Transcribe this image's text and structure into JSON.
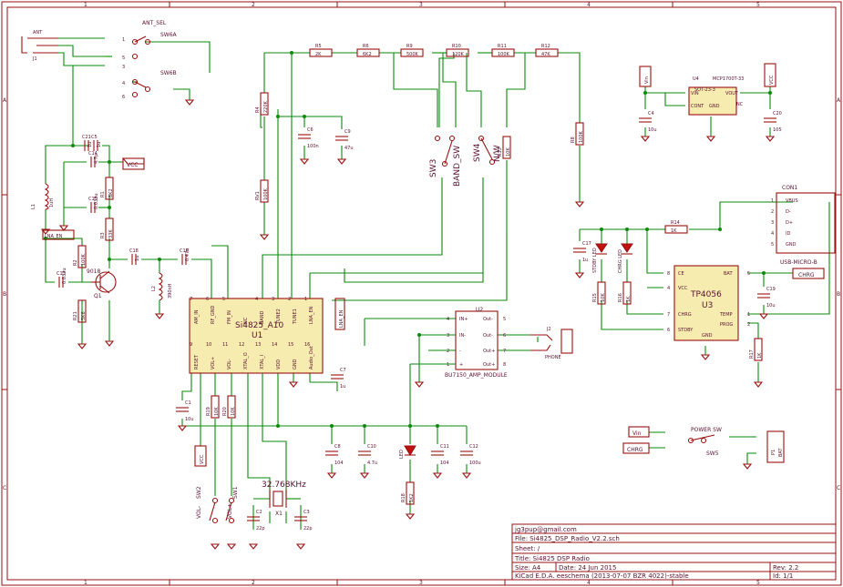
{
  "border": {
    "cols": [
      "1",
      "2",
      "3",
      "4",
      "5"
    ],
    "rows": [
      "A",
      "B",
      "C"
    ]
  },
  "title_block": {
    "email": "jg3pup@gmail.com",
    "file": "File: Si4825_DSP_Radio_V2.2.sch",
    "sheet": "Sheet: /",
    "title": "Title: Si4825 DSP Radio",
    "size": "Size: A4",
    "date": "Date: 24 Jun 2015",
    "rev": "Rev: 2.2",
    "kicad": "KiCad E.D.A.  eeschema (2013-07-07 BZR 4022)-stable",
    "id": "Id: 1/1"
  },
  "u1": {
    "name": "Si4825_A10",
    "ref": "U1",
    "pins_top": [
      "AM_IN",
      "RF_GND",
      "FM_IN",
      "NC",
      "BAND",
      "TUNE2",
      "TUNE1",
      "LNA_EN"
    ],
    "pins_top_num": [
      "7",
      "6",
      "5",
      "",
      "4",
      "3",
      "2",
      "1"
    ],
    "pins_bot": [
      "RESET",
      "VOL+",
      "VOL-",
      "XTAL_O",
      "XTAL_I",
      "VDD",
      "GND",
      "Audio_Out"
    ],
    "pins_bot_num": [
      "9",
      "10",
      "11",
      "12",
      "13",
      "14",
      "15",
      "16"
    ]
  },
  "u2": {
    "name": "BU7150_AMP_MODULE",
    "ref": "U2",
    "pins_l": [
      "IN+",
      "IN-",
      "-",
      "+"
    ],
    "pins_l_num": [
      "4",
      "3",
      "2",
      "1"
    ],
    "pins_r": [
      "Out-",
      "Out-",
      "Out+",
      "Out+"
    ],
    "pins_r_num": [
      "5",
      "6",
      "7",
      "8"
    ]
  },
  "u3": {
    "name": "TP4056",
    "ref": "U3",
    "pins_l": [
      "CE",
      "VCC",
      "CHRG",
      "STDBY"
    ],
    "pins_l_num": [
      "8",
      "4",
      "7",
      "6"
    ],
    "pins_r": [
      "BAT",
      "TEMP",
      "PROG",
      "GND"
    ],
    "pins_r_num": [
      "5",
      "1",
      "2",
      "3"
    ]
  },
  "u4": {
    "name": "MCP1700T-33",
    "ref": "U4",
    "pkg": "SOT-23-3",
    "pins": [
      "VIN",
      "CONT",
      "GND",
      "VOUT",
      "NC"
    ]
  },
  "con1": {
    "name": "USB-MICRO-B",
    "ref": "CON1",
    "pins": [
      "VBUS",
      "D-",
      "D+",
      "ID",
      "GND"
    ],
    "pins_num": [
      "1",
      "2",
      "3",
      "4",
      "5"
    ]
  },
  "nets": {
    "vcc": "VCC",
    "vin": "Vin",
    "chrg": "CHRG",
    "lna_en": "LNA_EN"
  },
  "switches": {
    "ant_sel": "ANT_SEL",
    "sw6a": "SW6A",
    "sw6b": "SW6B",
    "sw3": "SW3",
    "band_sw": "BAND_SW",
    "sw4": "SW4",
    "nw": "N/W",
    "sw2": "SW2",
    "vol_minus": "VOL-",
    "sw1": "SW1",
    "vol_plus": "VOL+",
    "sw5": "SW5",
    "power_sw": "POWER SW"
  },
  "crystal": {
    "freq": "32.768KHz",
    "ref": "X1"
  },
  "misc": {
    "ant": "ANT",
    "j1": "J1",
    "j2": "J2",
    "phone": "PHONE",
    "p1": "P1",
    "bat": "BAT",
    "q1": "Q1",
    "q1_type": "9018",
    "l1": "L1",
    "l1v": "1uH",
    "l2": "L2",
    "l2v": "390nH",
    "led": "LED",
    "chrg_led": "CHRG LED",
    "stdby_led": "STDBY LED"
  },
  "resistors": [
    {
      "ref": "R5",
      "val": "2K"
    },
    {
      "ref": "R6",
      "val": "6K2"
    },
    {
      "ref": "R9",
      "val": "500K"
    },
    {
      "ref": "R10",
      "val": "120K"
    },
    {
      "ref": "R11",
      "val": "100K"
    },
    {
      "ref": "R12",
      "val": "47K"
    },
    {
      "ref": "R4",
      "val": "220K"
    },
    {
      "ref": "R8",
      "val": "100K"
    },
    {
      "ref": "R13",
      "val": "10K"
    },
    {
      "ref": "R1",
      "val": "8K2"
    },
    {
      "ref": "R2",
      "val": "100K"
    },
    {
      "ref": "R3",
      "val": "33K"
    },
    {
      "ref": "R14",
      "val": "1K"
    },
    {
      "ref": "R15",
      "val": "10K"
    },
    {
      "ref": "R16",
      "val": "1K"
    },
    {
      "ref": "R17",
      "val": "1K"
    },
    {
      "ref": "R18",
      "val": "1K2"
    },
    {
      "ref": "R21",
      "val": "5K6"
    },
    {
      "ref": "R19",
      "val": "10K"
    },
    {
      "ref": "R20",
      "val": "10K"
    },
    {
      "ref": "RV1",
      "val": "100K"
    }
  ],
  "caps": [
    {
      "ref": "C1",
      "val": "10u"
    },
    {
      "ref": "C2",
      "val": "22p"
    },
    {
      "ref": "C3",
      "val": "22p"
    },
    {
      "ref": "C4",
      "val": "10u"
    },
    {
      "ref": "C5",
      "val": "1u"
    },
    {
      "ref": "C6",
      "val": "100n"
    },
    {
      "ref": "C7",
      "val": "1u"
    },
    {
      "ref": "C8",
      "val": "104"
    },
    {
      "ref": "C9",
      "val": "47u"
    },
    {
      "ref": "C10",
      "val": "4.7u"
    },
    {
      "ref": "C11",
      "val": "104"
    },
    {
      "ref": "C12",
      "val": "100u"
    },
    {
      "ref": "C13",
      "val": "0.033u"
    },
    {
      "ref": "C14",
      "val": "4.7p"
    },
    {
      "ref": "C15",
      "val": "0.033u"
    },
    {
      "ref": "C16",
      "val": "0.47u"
    },
    {
      "ref": "C17",
      "val": "1u"
    },
    {
      "ref": "C18",
      "val": "1u"
    },
    {
      "ref": "C19",
      "val": "10u"
    },
    {
      "ref": "C20",
      "val": "105"
    },
    {
      "ref": "C21",
      "val": "1u"
    }
  ]
}
